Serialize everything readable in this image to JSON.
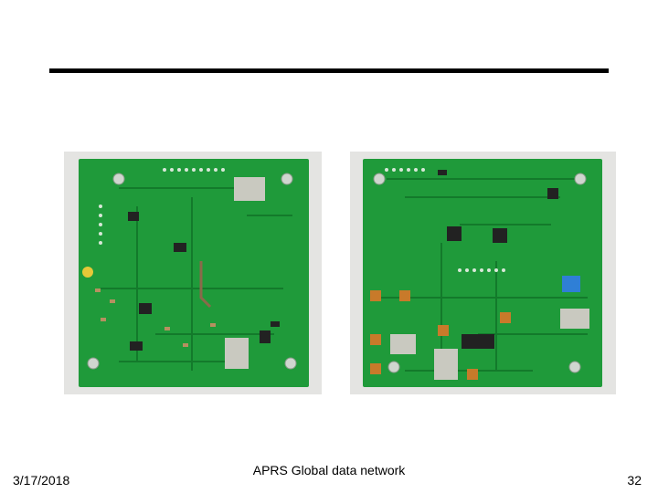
{
  "footer": {
    "date": "3/17/2018",
    "title": "APRS Global data network",
    "page_number": "32"
  },
  "photos": [
    {
      "name": "pcb-board-front"
    },
    {
      "name": "pcb-board-back"
    }
  ],
  "colors": {
    "pcb_green": "#1f9a3a",
    "pcb_dark": "#137a2b",
    "background_gray": "#e8e8e8",
    "rule": "#000000"
  }
}
